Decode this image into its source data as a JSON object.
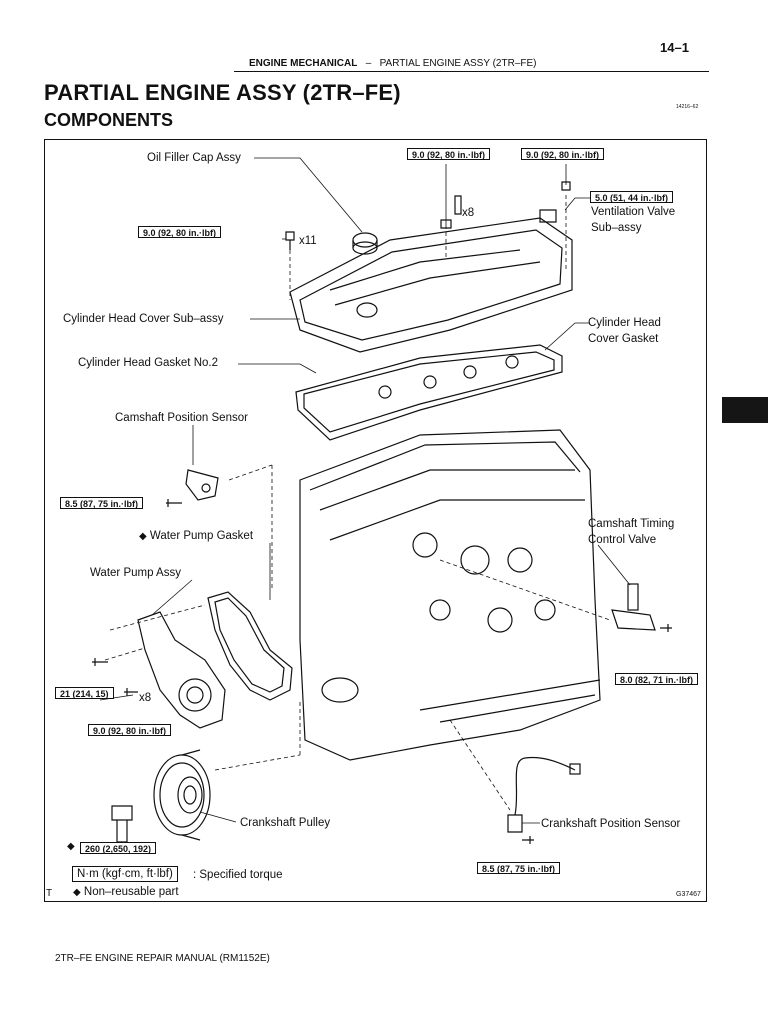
{
  "page_number": "14–1",
  "breadcrumb": {
    "section": "ENGINE MECHANICAL",
    "separator": "–",
    "subsection": "PARTIAL ENGINE ASSY (2TR–FE)"
  },
  "title": "PARTIAL ENGINE ASSY (2TR–FE)",
  "subtitle": "COMPONENTS",
  "ref_code": "14216–62",
  "figure_code": "G37467",
  "corner_mark": "T",
  "labels": {
    "oil_filler_cap": "Oil Filler Cap Assy",
    "cyl_head_cover": "Cylinder Head Cover Sub–assy",
    "cyl_head_gasket2": "Cylinder Head Gasket No.2",
    "ventilation_valve_1": "Ventilation Valve",
    "ventilation_valve_2": "Sub–assy",
    "cyl_head_cover_gasket_1": "Cylinder Head",
    "cyl_head_cover_gasket_2": "Cover Gasket",
    "camshaft_pos_sensor": "Camshaft Position Sensor",
    "water_pump_gasket": "Water Pump Gasket",
    "water_pump_assy": "Water Pump Assy",
    "cam_timing_valve_1": "Camshaft Timing",
    "cam_timing_valve_2": "Control Valve",
    "crankshaft_pulley": "Crankshaft Pulley",
    "crank_pos_sensor": "Crankshaft Position Sensor"
  },
  "torques": {
    "top_left": "9.0 (92, 80 in.·lbf)",
    "top_right": "9.0 (92, 80 in.·lbf)",
    "vent_valve": "5.0 (51, 44 in.·lbf)",
    "cover_bolts": "9.0 (92, 80 in.·lbf)",
    "cam_sensor": "8.5 (87, 75 in.·lbf)",
    "water_pump_big": "21 (214, 15)",
    "water_pump_small": "9.0 (92, 80 in.·lbf)",
    "cam_timing_valve": "8.0 (82, 71 in.·lbf)",
    "crank_pulley": "260 (2,650, 192)",
    "crank_sensor": "8.5 (87, 75 in.·lbf)"
  },
  "quantities": {
    "x8_top": "x8",
    "x11": "x11",
    "x8_pump": "x8"
  },
  "legend": {
    "unit_box": "N·m (kgf·cm, ft·lbf)",
    "unit_text": ": Specified torque",
    "diamond": "◆",
    "nonreusable": "Non–reusable part"
  },
  "footer": "2TR–FE ENGINE REPAIR MANUAL   (RM1152E)"
}
